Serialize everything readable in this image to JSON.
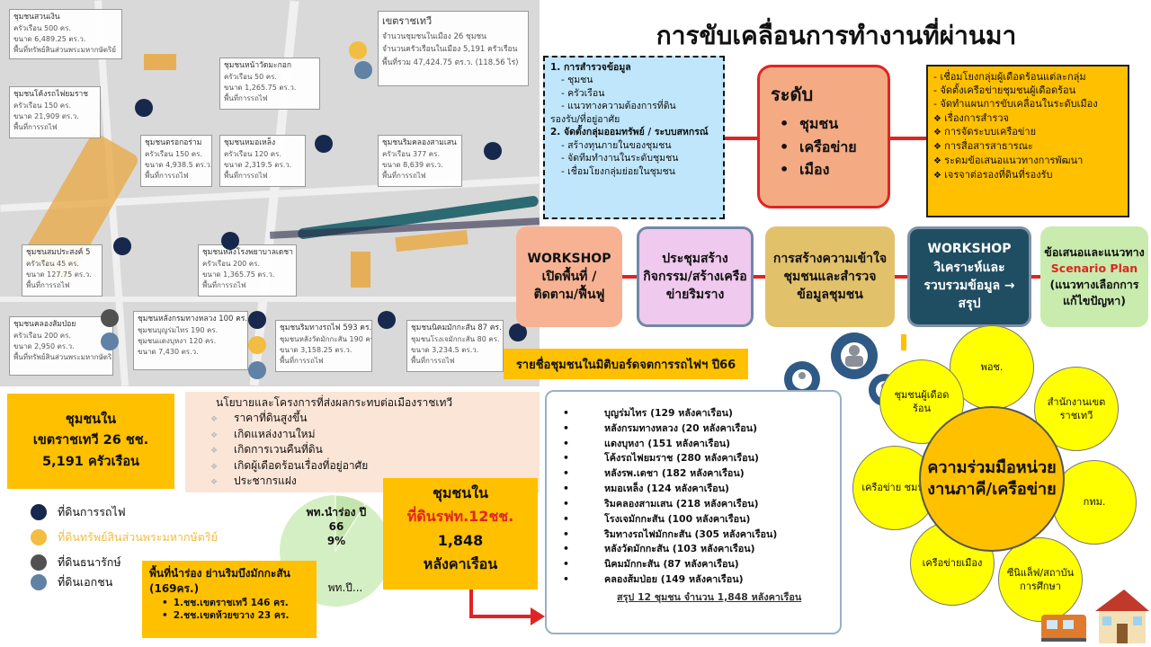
{
  "title": "การขับเคลื่อนการทำงานที่ผ่านมา",
  "map": {
    "info_box": {
      "title": "เขตราชเทวี",
      "line1": "จำนวนชุมชนในเมือง 26 ชุมชน",
      "line2": "จำนวนครัวเรือนในเมือง 5,191 ครัวเรือน",
      "line3": "พื้นที่รวม 47,424.75 ตร.ว. (118.56 ไร่)"
    },
    "communities": [
      {
        "name": "ชุมชนสวนเงิน",
        "households": "ครัวเรือน 500 คร.",
        "size": "ขนาด 6,489.25 ตร.ว.",
        "land": "พื้นที่ทรัพย์สินส่วนพระมหากษัตริย์"
      },
      {
        "name": "ชุมชนโค้งรถไฟยมราช",
        "households": "ครัวเรือน 150 คร.",
        "size": "ขนาด 21,909 ตร.ว.",
        "land": "พื้นที่การรถไฟ"
      },
      {
        "name": "ชุมชนหน้าวัดมะกอก",
        "households": "ครัวเรือน 50 คร.",
        "size": "ขนาด 1,265.75 ตร.ว.",
        "land": "พื้นที่การรถไฟ"
      },
      {
        "name": "ชุมชนตรอกอร่าม",
        "households": "ครัวเรือน 150 คร.",
        "size": "ขนาด 4,938.5 ตร.ว.",
        "land": "พื้นที่การรถไฟ"
      },
      {
        "name": "ชุมชนหมอเหล็ง",
        "households": "ครัวเรือน 120 คร.",
        "size": "ขนาด 2,319.5 ตร.ว.",
        "land": "พื้นที่การรถไฟ"
      },
      {
        "name": "ชุมชนริมคลองสามเสน",
        "households": "ครัวเรือน 377 คร.",
        "size": "ขนาด 8,639 ตร.ว.",
        "land": "พื้นที่การรถไฟ"
      },
      {
        "name": "ชุมชนสมประสงค์ 5",
        "households": "ครัวเรือน 45 คร.",
        "size": "ขนาด 127.75 ตร.ว.",
        "land": "พื้นที่การรถไฟ"
      },
      {
        "name": "ชุมชนหลังโรงพยาบาลเดชา",
        "households": "ครัวเรือน 200 คร.",
        "size": "ขนาด 1,365.75 ตร.ว.",
        "land": "พื้นที่การรถไฟ"
      },
      {
        "name": "ชุมชนคลองส้มป่อย",
        "households": "ครัวเรือน 200 คร.",
        "size": "ขนาด 2,950 ตร.ว.",
        "land": "พื้นที่ทรัพย์สินส่วนพระมหากษัตริย์"
      },
      {
        "name": "ชุมชนหลังกรมทางหลวง 100 คร.",
        "households": "ชุมชนบุญร่มไทร 190 คร.",
        "size": "ชุมชนแดงบุหงา 120 คร.",
        "land": "ขนาด 7,430 ตร.ว."
      },
      {
        "name": "ชุมชนริมทางรถไฟ 593 คร.",
        "households": "ชุมชนหลังวัดมักกะสัน 190 คร.",
        "size": "ขนาด 3,158.25 ตร.ว.",
        "land": "พื้นที่การรถไฟ"
      },
      {
        "name": "ชุมชนนิคมมักกะสัน 87 คร.",
        "households": "ชุมชนโรงเจมักกะสัน 80 คร.",
        "size": "ขนาด 3,234.5 ตร.ว.",
        "land": "พื้นที่การรถไฟ"
      }
    ]
  },
  "steps": {
    "s1_title": "1. การสำรวจข้อมูล",
    "s1_items": [
      "- ชุมชน",
      "- ครัวเรือน",
      "- แนวทางความต้องการที่ดิน"
    ],
    "s1_tail": "รองรับ/ที่อยู่อาศัย",
    "s2_title": "2. จัดตั้งกลุ่มออมทรัพย์ / ระบบสหกรณ์",
    "s2_items": [
      "- สร้างทุนภายในของชุมชน",
      "- จัดทีมทำงานในระดับชุมชน",
      "- เชื่อมโยงกลุ่มย่อยในชุมชน"
    ]
  },
  "levels": {
    "heading": "ระดับ",
    "items": [
      "ชุมชน",
      "เครือข่าย",
      "เมือง"
    ]
  },
  "outcomes": {
    "lines": [
      "- เชื่อมโยงกลุ่มผู้เดือดร้อนแต่ละกลุ่ม",
      "- จัดตั้งเครือข่ายชุมชนผู้เดือดร้อน",
      "- จัดทำแผนการขับเคลื่อนในระดับเมือง"
    ],
    "bullets": [
      "เรื่องการสำรวจ",
      "การจัดระบบเครือข่าย",
      "การสื่อสารสาธารณะ",
      "ระดมข้อเสนอแนวทางการพัฒนา",
      "เจรจาต่อรองที่ดินที่รองรับ"
    ]
  },
  "process": {
    "p1": "WORKSHOP เปิดพื้นที่ / ติดตาม/ฟื้นฟู",
    "p2": "ประชุมสร้างกิจกรรม/สร้างเครือข่ายริมราง",
    "p3": "การสร้างความเข้าใจชุมชนและสำรวจข้อมูลชุมชน",
    "p4": "WORKSHOP วิเคราะห์และรวบรวมข้อมูล → สรุป",
    "p5_pre": "ข้อเสนอและแนวทาง",
    "p5_red": "Scenario Plan",
    "p5_post": "(แนวทางเลือกการแก้ไขปัญหา)"
  },
  "list_label": "รายชื่อชุมชนในมิติบอร์ดจตการรถไฟฯ ปี66",
  "community_list": [
    "บุญร่มไทร (129 หลังคาเรือน)",
    "หลังกรมทางหลวง (20 หลังคาเรือน)",
    "แดงบุหงา (151 หลังคาเรือน)",
    "โค้งรถไฟยมราช (280 หลังคาเรือน)",
    "หลังรพ.เดชา (182 หลังคาเรือน)",
    "หมอเหล็ง (124 หลังคาเรือน)",
    "ริมคลองสามเสน (218 หลังคาเรือน)",
    "โรงเจมักกะสัน (100 หลังคาเรือน)",
    "ริมทางรถไฟมักกะสัน (305 หลังคาเรือน)",
    "หลังวัดมักกะสัน (103 หลังคาเรือน)",
    "นิคมมักกะสัน (87 หลังคาเรือน)",
    "คลองส้มป่อย (149 หลังคาเรือน)"
  ],
  "list_summary": "สรุป 12 ชุมชน จำนวน 1,848 หลังคาเรือน",
  "stat_district": {
    "line1": "ชุมชนใน",
    "line2": "เขตราชเทวี 26 ชช.",
    "line3": "5,191 ครัวเรือน"
  },
  "policy": {
    "title": "นโยบายและโครงการที่ส่งผลกระทบต่อเมืองราชเทวี",
    "items": [
      "ราคาที่ดินสูงขึ้น",
      "เกิดแหล่งงานใหม่",
      "เกิดการเวนคืนที่ดิน",
      "เกิดผู้เดือดร้อนเรื่องที่อยู่อาศัย",
      "ประชากรแฝง"
    ]
  },
  "legend": [
    {
      "label": "ที่ดินการรถไฟ",
      "color": "#17284d"
    },
    {
      "label": "ที่ดินทรัพย์สินส่วนพระมหากษัตริย์",
      "color": "#f2bd41"
    },
    {
      "label": "ที่ดินธนารักษ์",
      "color": "#515151"
    },
    {
      "label": "ที่ดินเอกชน",
      "color": "#6181a5"
    }
  ],
  "pie": {
    "label": "พท.นำร่อง ปี",
    "value": "66",
    "percent_text": "9%",
    "other_label": "พท.ปี...",
    "pilot_share": 0.09
  },
  "pilot": {
    "title": "พื้นที่นำร่อง ย่านริมบึงมักกะสัน (169คร.)",
    "items": [
      "1.ชช.เขตราชเทวี 146 คร.",
      "2.ชช.เขตห้วยขวาง 23 คร."
    ]
  },
  "rfth": {
    "line1": "ชุมชนใน",
    "line2": "ที่ดินรฟท.12ชช.",
    "line3": "1,848",
    "line4": "หลังคาเรือน"
  },
  "flower": {
    "center": "ความร่วมมือหน่วยงานภาคี/เครือข่าย",
    "petals": [
      "พอช.",
      "สำนักงานเขตราชเทวี",
      "กทม.",
      "ซีนิแล็ฟ/สถาบันการศึกษา",
      "เครือข่ายเมือง",
      "เครือข่าย ชมฟ.",
      "ชุมชนผู้เดือดร้อน"
    ]
  }
}
